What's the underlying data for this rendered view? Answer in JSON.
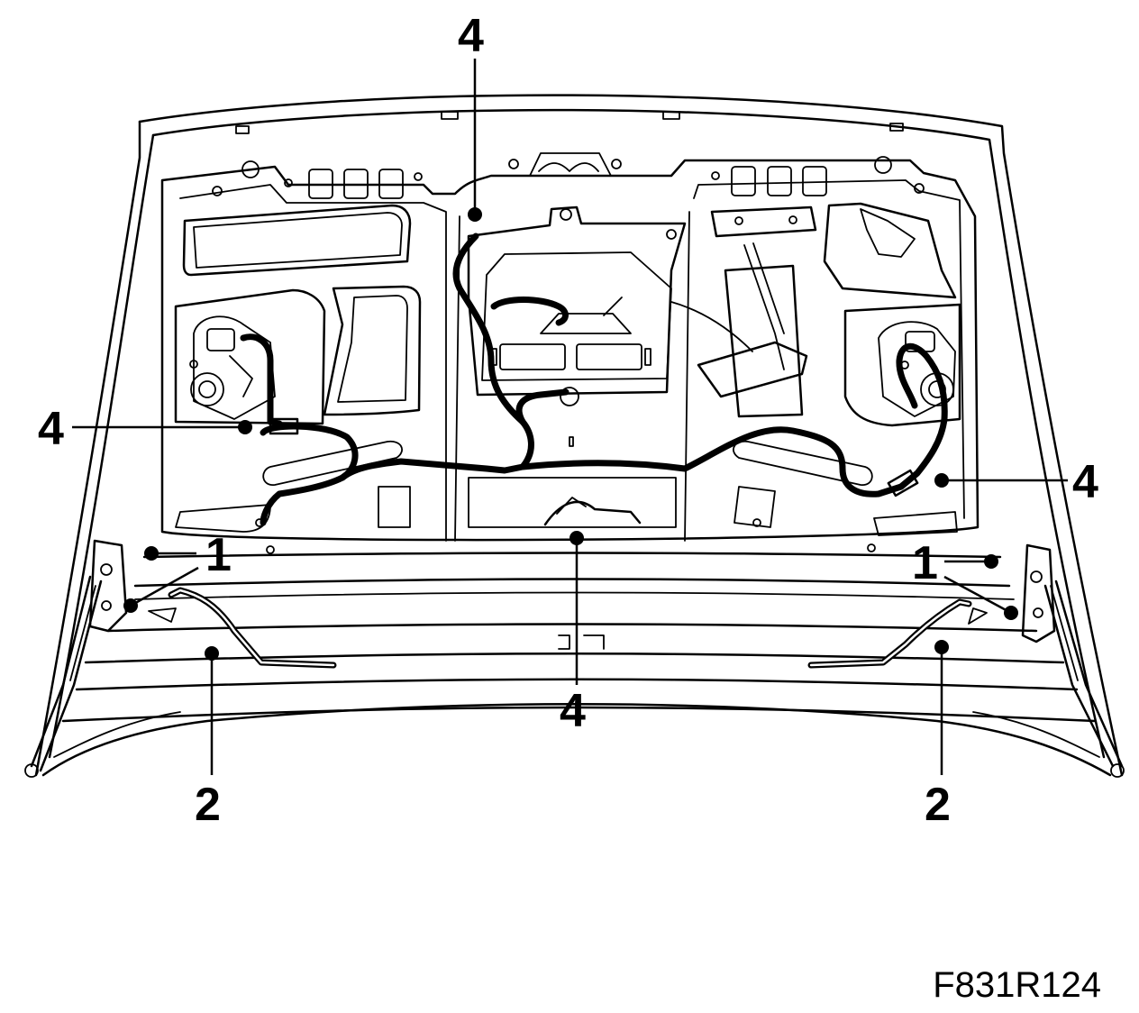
{
  "figure": {
    "code": "F831R124",
    "callouts": {
      "top_4": "4",
      "left_4": "4",
      "right_4": "4",
      "center_4": "4",
      "left_1": "1",
      "right_1": "1",
      "left_2": "2",
      "right_2": "2"
    }
  }
}
